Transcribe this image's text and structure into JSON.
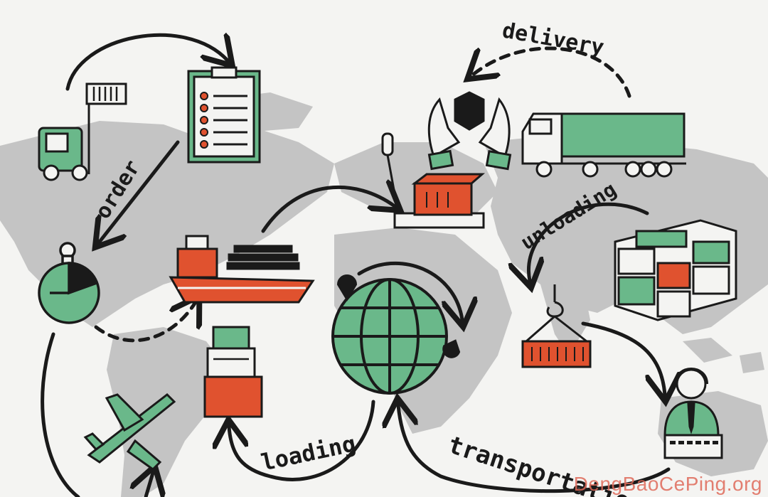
{
  "labels": {
    "order": "order",
    "delivery": "delivery",
    "unloading": "unloading",
    "loading": "loading",
    "transportation": "transportation"
  },
  "watermark": "DengBaoCePing.org",
  "colors": {
    "green": "#6ab88a",
    "orange": "#e0522f",
    "ink": "#1a1a1a",
    "map": "#c4c4c4",
    "background": "#f4f4f2"
  }
}
